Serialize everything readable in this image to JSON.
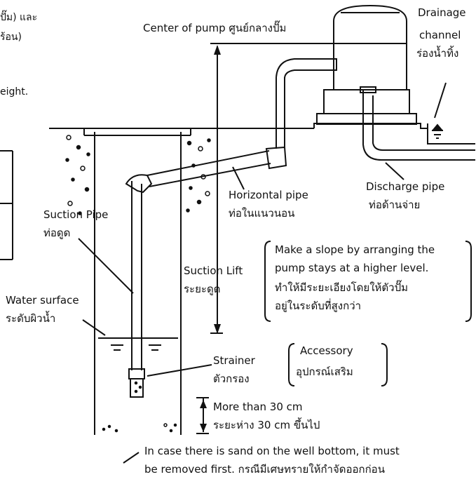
{
  "clipped_text": {
    "line1": "ปั๊ม) และ",
    "line2": "ร้อน)",
    "line3": "eight."
  },
  "labels": {
    "center_of_pump": "Center of pump ศูนย์กลางปั๊ม",
    "drainage_en1": "Drainage",
    "drainage_en2": "channel",
    "drainage_th": "ร่องน้ำทิ้ง",
    "horizontal_pipe_en": "Horizontal pipe",
    "horizontal_pipe_th": "ท่อในแนวนอน",
    "discharge_pipe_en": "Discharge pipe",
    "discharge_pipe_th": "ท่อด้านจ่าย",
    "suction_pipe_en": "Suction Pipe",
    "suction_pipe_th": "ท่อดูด",
    "suction_lift_en": "Suction Lift",
    "suction_lift_th": "ระยะดูด",
    "water_surface_en": "Water surface",
    "water_surface_th": "ระดับผิวน้ำ",
    "slope_note_1": "Make a slope by arranging the",
    "slope_note_2": "pump stays at a higher level.",
    "slope_note_3": "ทำให้มีระยะเอียงโดยให้ตัวปั๊ม",
    "slope_note_4": "อยู่ในระดับที่สูงกว่า",
    "strainer_en": "Strainer",
    "strainer_th": "ตัวกรอง",
    "accessory_en": "Accessory",
    "accessory_th": "อุปกรณ์เสริม",
    "clearance_en": "More than 30 cm",
    "clearance_th": "ระยะห่าง 30 cm ขึ้นไป",
    "sand_note_1": "In case there is sand on the well bottom, it must",
    "sand_note_2": "be removed first. กรณีมีเศษทรายให้กำจัดออกก่อน"
  }
}
